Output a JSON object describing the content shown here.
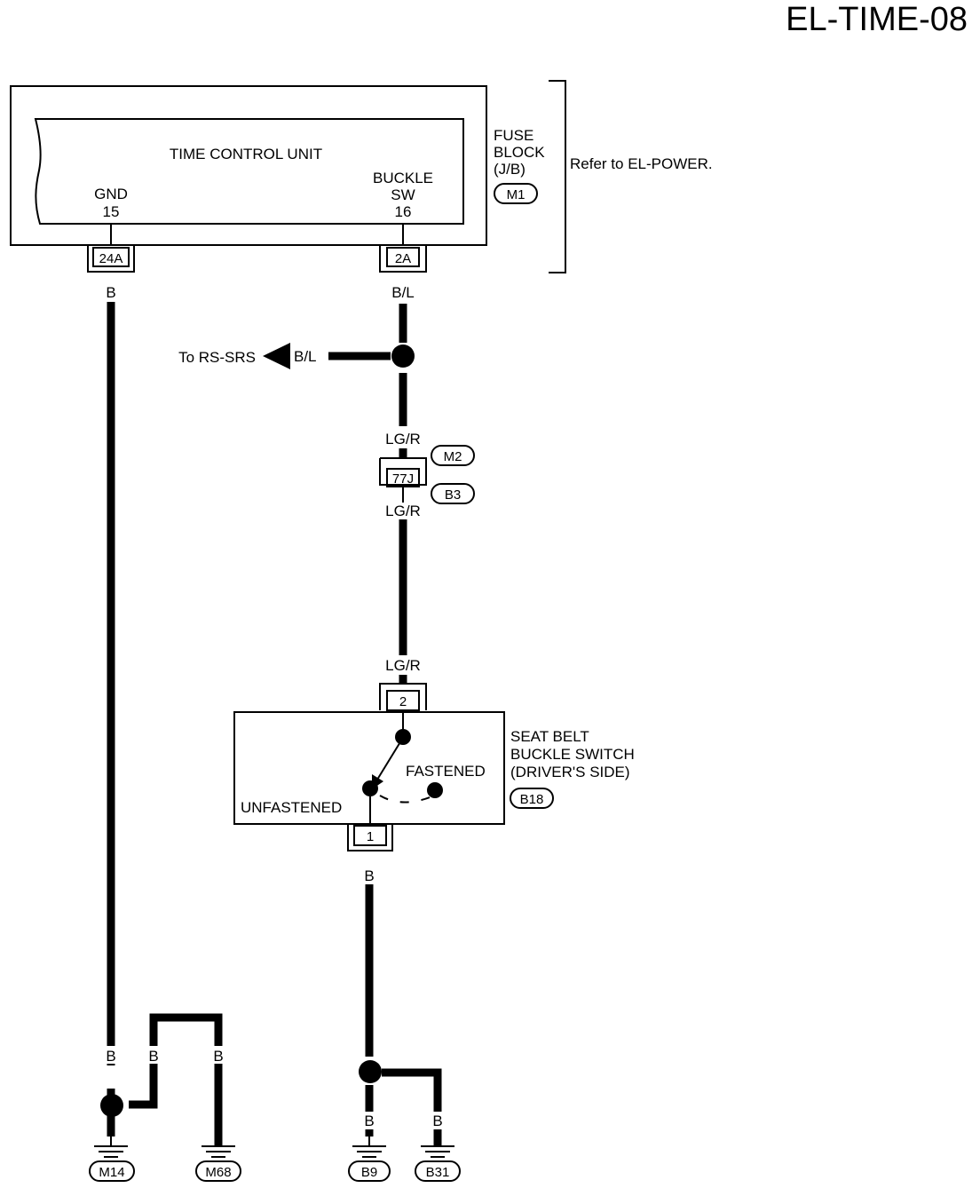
{
  "page_id": "EL-TIME-08",
  "unit": {
    "name": "TIME CONTROL UNIT"
  },
  "pins": [
    {
      "name": "GND",
      "number": "15",
      "connector": "24A"
    },
    {
      "name_line1": "BUCKLE",
      "name_line2": "SW",
      "number": "16",
      "connector": "2A"
    }
  ],
  "fuse_block": {
    "line1": "FUSE",
    "line2": "BLOCK",
    "line3": "(J/B)",
    "connector": "M1",
    "reference": "Refer to EL-POWER."
  },
  "wires": {
    "gnd_top": "B",
    "buckle_top": "B/L",
    "branch": "B/L",
    "branch_target": "To RS-SRS",
    "lgr_upper": "LG/R",
    "lgr_mid": "LG/R",
    "lgr_lower": "LG/R",
    "switch_out": "B",
    "gnd_left": "B",
    "gnd_jumper": "B",
    "gnd_m68": "B",
    "gnd_b9": "B",
    "gnd_b31": "B"
  },
  "joint_connector": {
    "pin": "77J",
    "upper": "M2",
    "lower": "B3"
  },
  "switch": {
    "line1": "SEAT BELT",
    "line2": "BUCKLE SWITCH",
    "line3": "(DRIVER'S SIDE)",
    "connector": "B18",
    "pin_top": "2",
    "pin_bottom": "1",
    "state_fastened": "FASTENED",
    "state_unfastened": "UNFASTENED"
  },
  "grounds": [
    "M14",
    "M68",
    "B9",
    "B31"
  ]
}
